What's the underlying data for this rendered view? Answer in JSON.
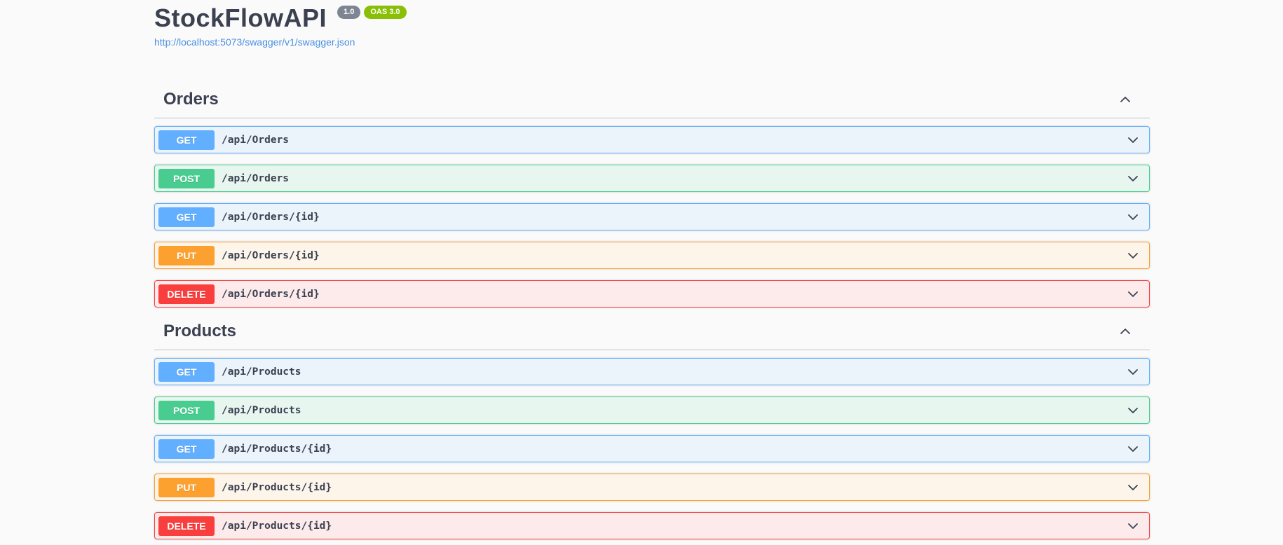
{
  "page": {
    "background": "#fafafa"
  },
  "header": {
    "title": "StockFlowAPI",
    "version_badge": "1.0",
    "oas_badge": "OAS 3.0",
    "spec_url": "http://localhost:5073/swagger/v1/swagger.json"
  },
  "colors": {
    "text": "#3b4151",
    "link": "#4990e2",
    "version_badge_bg": "#7d8492",
    "oas_badge_bg": "#89bf04",
    "method": {
      "GET": "#61affe",
      "POST": "#49cc90",
      "PUT": "#fca130",
      "DELETE": "#f93e3e"
    },
    "row_bg": {
      "GET": "#ebf3fb",
      "POST": "#e8f6f0",
      "PUT": "#fdf5ea",
      "DELETE": "#fdebeb"
    }
  },
  "sections": [
    {
      "name": "Orders",
      "expanded": true,
      "endpoints": [
        {
          "method": "GET",
          "path": "/api/Orders"
        },
        {
          "method": "POST",
          "path": "/api/Orders"
        },
        {
          "method": "GET",
          "path": "/api/Orders/{id}"
        },
        {
          "method": "PUT",
          "path": "/api/Orders/{id}"
        },
        {
          "method": "DELETE",
          "path": "/api/Orders/{id}"
        }
      ]
    },
    {
      "name": "Products",
      "expanded": true,
      "endpoints": [
        {
          "method": "GET",
          "path": "/api/Products"
        },
        {
          "method": "POST",
          "path": "/api/Products"
        },
        {
          "method": "GET",
          "path": "/api/Products/{id}"
        },
        {
          "method": "PUT",
          "path": "/api/Products/{id}"
        },
        {
          "method": "DELETE",
          "path": "/api/Products/{id}"
        }
      ]
    }
  ]
}
